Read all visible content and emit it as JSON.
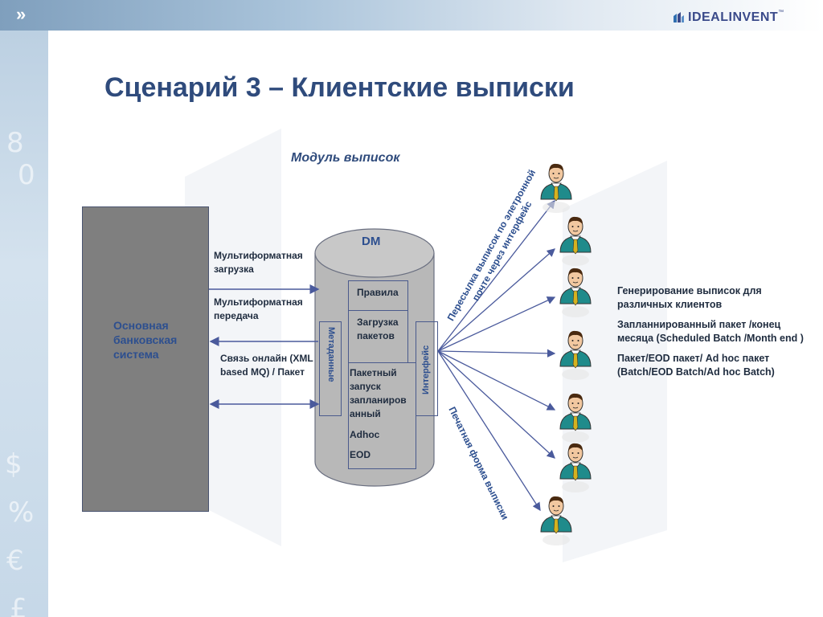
{
  "header": {
    "chevron": "»",
    "logo_part1": "IDEAL",
    "logo_part2": "INVENT",
    "logo_tm": "™"
  },
  "title": "Сценарий 3 – Клиентские выписки",
  "module_title": "Модуль выписок",
  "core_system": "Основная банковская система",
  "links": {
    "load": "Мультиформатная загрузка",
    "transfer": "Мультиформатная передача",
    "online": "Связь онлайн (XML based MQ) / Пакет"
  },
  "dm": {
    "title": "DM",
    "metadata": "Метаданные",
    "rules": "Правила",
    "batch_load": "Загрузка пакетов",
    "batch_run": "Пакетный запуск запланиров анный",
    "adhoc": "Adhoc",
    "eod": "EOD",
    "interface": "Интерфейс"
  },
  "arrows": {
    "email": "Пересылка выписок по элетронной почте через интерфейс",
    "print": "Печатная форма выписки"
  },
  "right_notes": [
    "Генерирование выписок для различных клиентов",
    "Запланнированный пакет /конец месяца (Scheduled Batch /Month end )",
    "Пакет/EOD пакет/ Ad hoc пакет (Batch/EOD Batch/Ad hoc Batch)"
  ],
  "colors": {
    "title": "#2f4b7c",
    "arrow": "#4a5a9c",
    "cylinder": "#b8b8b8",
    "core": "#7f7f7f",
    "person_shirt": "#1f8b8b",
    "person_tie": "#d4b21f",
    "person_skin": "#f2c8a0"
  }
}
